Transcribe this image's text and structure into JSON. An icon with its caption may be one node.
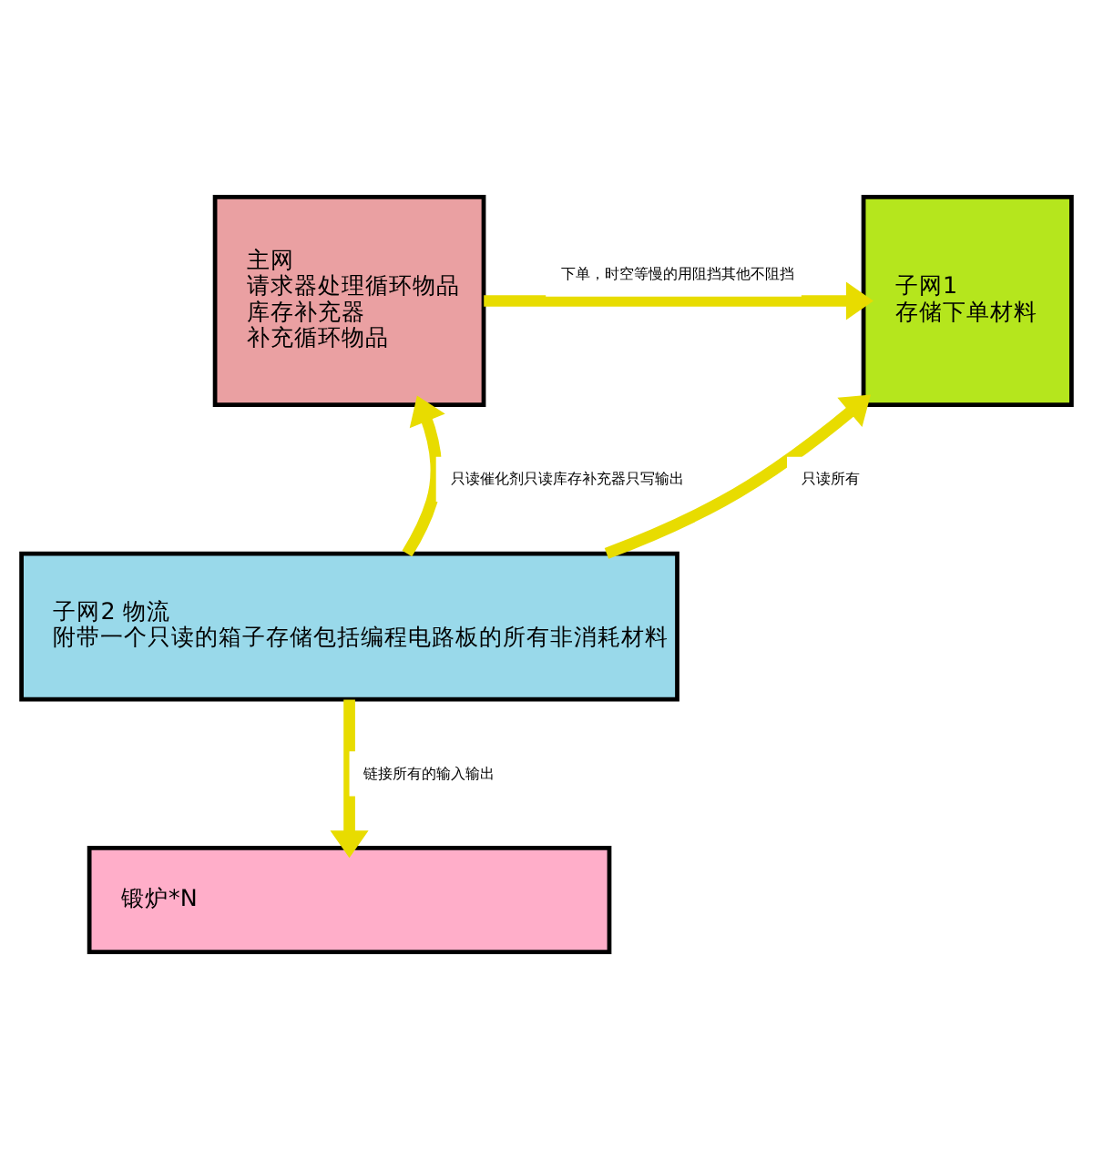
{
  "diagram": {
    "nodes": [
      {
        "text": [
          "主网",
          "请求器处理循环物品",
          "库存补充器",
          "补充循环物品"
        ]
      },
      {
        "text": [
          "子网1",
          "存储下单材料"
        ]
      },
      {
        "text": [
          "子网2 物流",
          "附带一个只读的箱子存储包括编程电路板的所有非消耗材料"
        ]
      },
      {
        "text": [
          "锻炉*N"
        ]
      }
    ],
    "edges": [
      {
        "from": 0,
        "to": 1,
        "arrow": "to",
        "label": "下单，时空等慢的用阻挡其他不阻挡"
      },
      {
        "from": 2,
        "to": 0,
        "arrow": "to",
        "label": "只读催化剂只读库存补充器只写输出"
      },
      {
        "from": 2,
        "to": 1,
        "arrow": "to",
        "label": "只读所有"
      },
      {
        "from": 2,
        "to": 3,
        "arrow": "to",
        "label": "链接所有的输入输出"
      }
    ]
  }
}
